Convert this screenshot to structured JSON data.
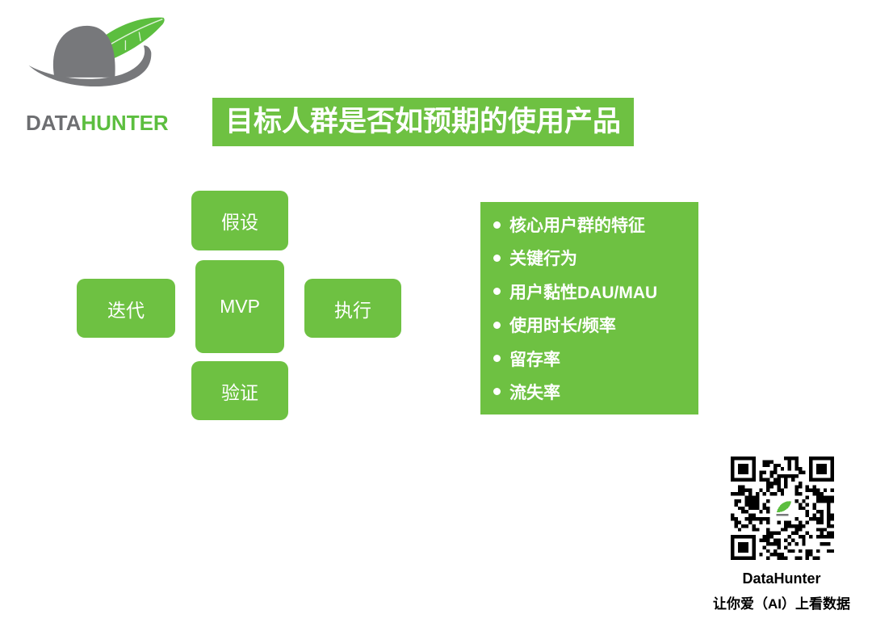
{
  "brand": {
    "wordmark_primary": "DATA",
    "wordmark_secondary": "HUNTER"
  },
  "title": "目标人群是否如预期的使用产品",
  "diagram": {
    "top": "假设",
    "left": "迭代",
    "center": "MVP",
    "right": "执行",
    "bottom": "验证"
  },
  "metrics": {
    "items": [
      "核心用户群的特征",
      "关键行为",
      "用户黏性DAU/MAU",
      "使用时长/频率",
      "留存率",
      "流失率"
    ]
  },
  "footer": {
    "brand": "DataHunter",
    "tagline": "让你爱（AI）上看数据"
  },
  "colors": {
    "brand_green": "#6EC142",
    "brand_gray": "#77787B",
    "text_black": "#000000",
    "white": "#FFFFFF"
  }
}
